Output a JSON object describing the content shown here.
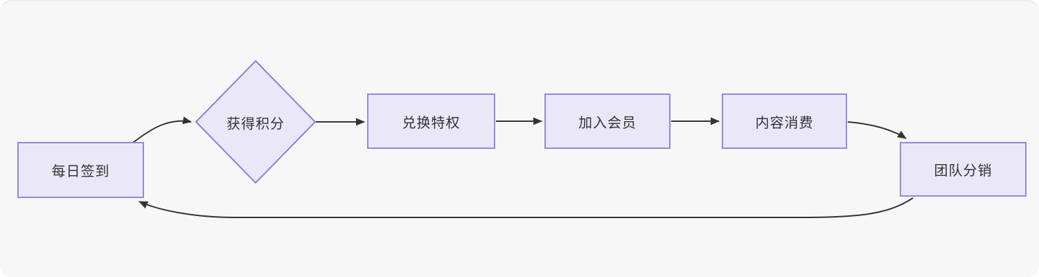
{
  "diagram": {
    "type": "flowchart",
    "direction": "left-to-right-with-return-loop"
  },
  "colors": {
    "canvas_bg": "#f7f7f8",
    "node_fill": "#eae7f9",
    "node_border": "#9587d9",
    "diamond_border": "#8f7ce0",
    "edge_color": "#333333",
    "text_color": "#333333"
  },
  "nodes": [
    {
      "id": "daily-checkin",
      "label": "每日签到",
      "shape": "rect"
    },
    {
      "id": "earn-points",
      "label": "获得积分",
      "shape": "diamond"
    },
    {
      "id": "redeem-perks",
      "label": "兑换特权",
      "shape": "rect"
    },
    {
      "id": "join-membership",
      "label": "加入会员",
      "shape": "rect"
    },
    {
      "id": "content-consumption",
      "label": "内容消费",
      "shape": "rect"
    },
    {
      "id": "team-distribution",
      "label": "团队分销",
      "shape": "rect"
    }
  ],
  "edges": [
    {
      "from": "daily-checkin",
      "to": "earn-points"
    },
    {
      "from": "earn-points",
      "to": "redeem-perks"
    },
    {
      "from": "redeem-perks",
      "to": "join-membership"
    },
    {
      "from": "join-membership",
      "to": "content-consumption"
    },
    {
      "from": "content-consumption",
      "to": "team-distribution"
    },
    {
      "from": "team-distribution",
      "to": "daily-checkin"
    }
  ]
}
